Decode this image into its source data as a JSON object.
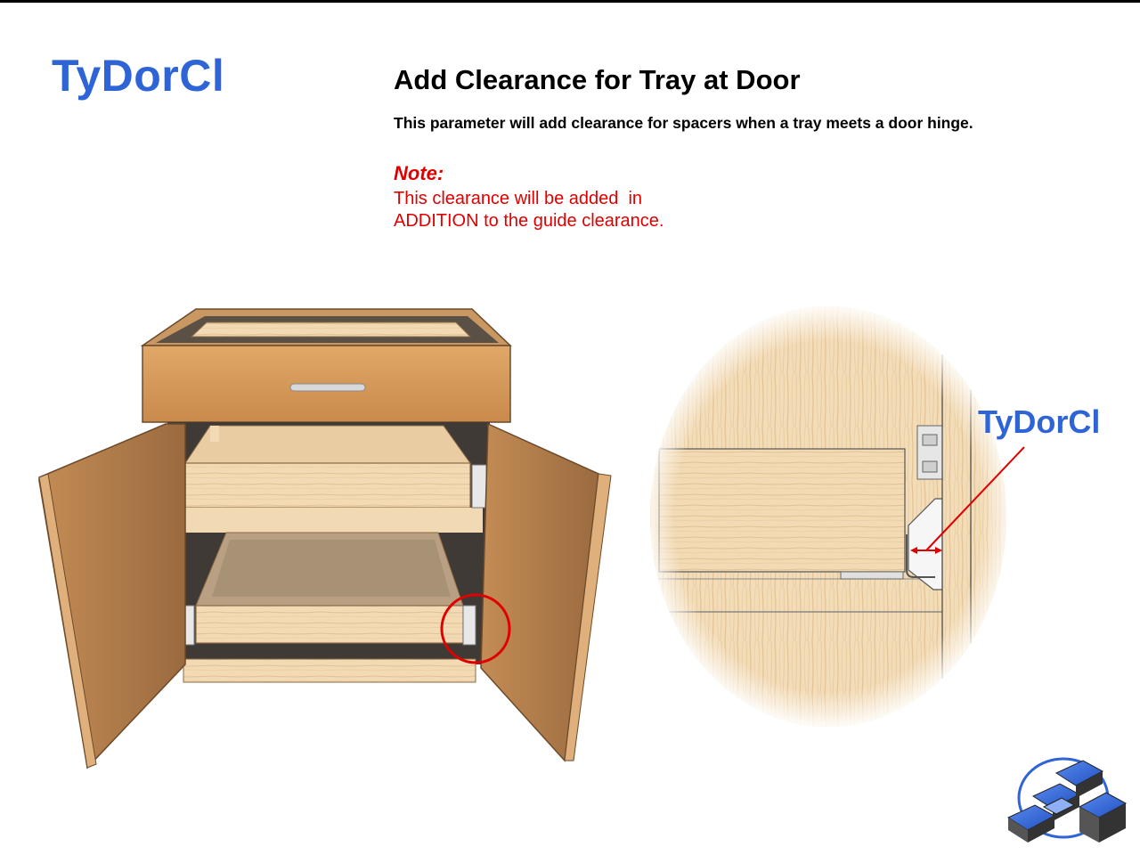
{
  "header": {
    "parameter_name": "TyDorCl",
    "title": "Add Clearance for Tray at Door",
    "description": "This parameter will add clearance for spacers when a tray meets a door hinge."
  },
  "note": {
    "label": "Note:",
    "line1": "This clearance will be added  in",
    "line2": "ADDITION to the guide clearance."
  },
  "detail": {
    "callout_label": "TyDorCl"
  },
  "colors": {
    "accent_blue": "#2f64d6",
    "note_red": "#e00000",
    "highlight_circle": "#e00000",
    "wood_light": "#f1d9b4",
    "wood_dark": "#b98a5a"
  }
}
